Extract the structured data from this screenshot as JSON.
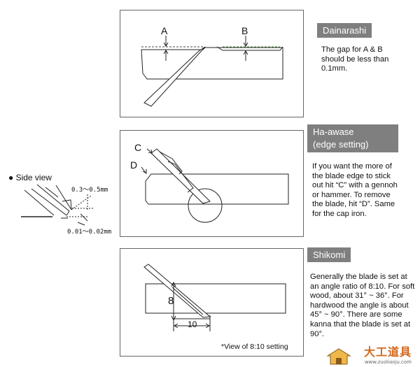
{
  "sections": [
    {
      "title_lines": [
        "Dainarashi"
      ],
      "text": "The gap for A & B should be less than 0.1mm.",
      "labels": {
        "a": "A",
        "b": "B"
      }
    },
    {
      "title_lines": [
        "Ha-awase",
        "(edge setting)"
      ],
      "text": "If you want the more of the blade edge to stick out hit “C” with a gennoh or hammer. To remove the blade, hit “D”. Same for the cap iron.",
      "labels": {
        "c": "C",
        "d": "D"
      }
    },
    {
      "title_lines": [
        "Shikomi"
      ],
      "text": "Generally the blade is set at an angle ratio of 8:10.  For soft wood, about 31° ~ 36°. For hardwood the angle is about 45° ~ 90°. There are some kanna that the blade is set at 90°.",
      "labels": {
        "eight": "8",
        "ten": "10"
      },
      "caption": "*View of 8:10 setting"
    }
  ],
  "side_view": {
    "title": "● Side view",
    "dim_top": "0.3～0.5mm",
    "dim_bottom": "0.01～0.02mm"
  },
  "watermark": {
    "text": "大工道具",
    "url": "www.zuoliaoju.com"
  }
}
